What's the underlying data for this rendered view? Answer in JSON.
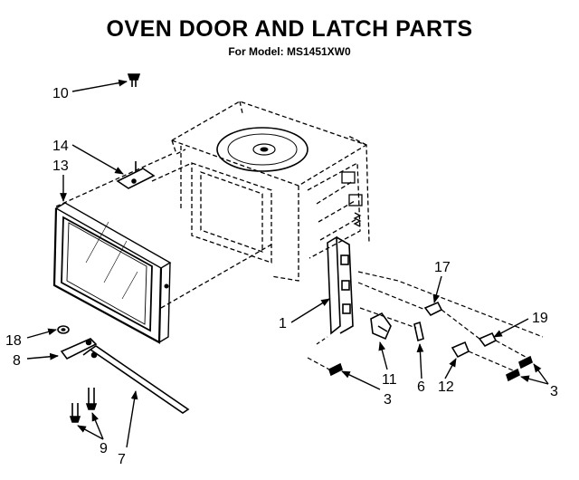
{
  "title": "OVEN DOOR AND LATCH PARTS",
  "subtitle": "For Model: MS1451XW0",
  "callouts": [
    {
      "id": "c10",
      "text": "10"
    },
    {
      "id": "c14",
      "text": "14"
    },
    {
      "id": "c13",
      "text": "13"
    },
    {
      "id": "c18",
      "text": "18"
    },
    {
      "id": "c8",
      "text": "8"
    },
    {
      "id": "c9",
      "text": "9"
    },
    {
      "id": "c7",
      "text": "7"
    },
    {
      "id": "c1",
      "text": "1"
    },
    {
      "id": "c11",
      "text": "11"
    },
    {
      "id": "c3a",
      "text": "3"
    },
    {
      "id": "c6",
      "text": "6"
    },
    {
      "id": "c12",
      "text": "12"
    },
    {
      "id": "c17",
      "text": "17"
    },
    {
      "id": "c19",
      "text": "19"
    },
    {
      "id": "c3b",
      "text": "3"
    }
  ],
  "colors": {
    "ink": "#000000",
    "paper": "#ffffff"
  }
}
